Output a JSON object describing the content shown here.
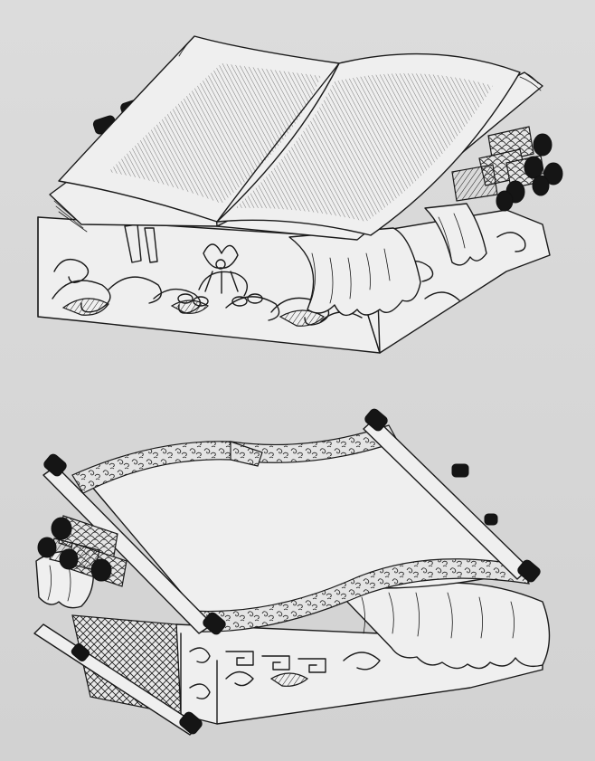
{
  "illustration": {
    "style": "line-engraving",
    "background_color": "#d6d6d6",
    "ink_color": "#1a1a1a",
    "figures": [
      {
        "subject": "open-book-on-carved-stand",
        "position_word": "top"
      },
      {
        "subject": "unrolled-scroll-on-carved-stand",
        "position_word": "bottom"
      }
    ]
  }
}
